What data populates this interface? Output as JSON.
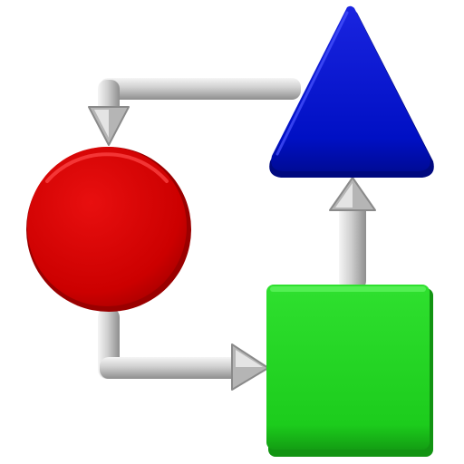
{
  "colors": {
    "background": "#ffffff",
    "circle": "#d10000",
    "circle_dark": "#a00000",
    "triangle": "#0010c8",
    "triangle_dark": "#000a90",
    "square": "#1fcf1f",
    "square_dark": "#14a814",
    "connector": "#c8c8c8",
    "connector_dark": "#8f8f8f",
    "connector_light": "#f2f2f2"
  },
  "diagram": {
    "nodes": [
      {
        "id": "circle",
        "shape": "circle"
      },
      {
        "id": "triangle",
        "shape": "triangle"
      },
      {
        "id": "square",
        "shape": "square"
      }
    ],
    "edges": [
      {
        "from": "triangle",
        "to": "circle"
      },
      {
        "from": "circle",
        "to": "square"
      },
      {
        "from": "square",
        "to": "triangle"
      }
    ]
  }
}
